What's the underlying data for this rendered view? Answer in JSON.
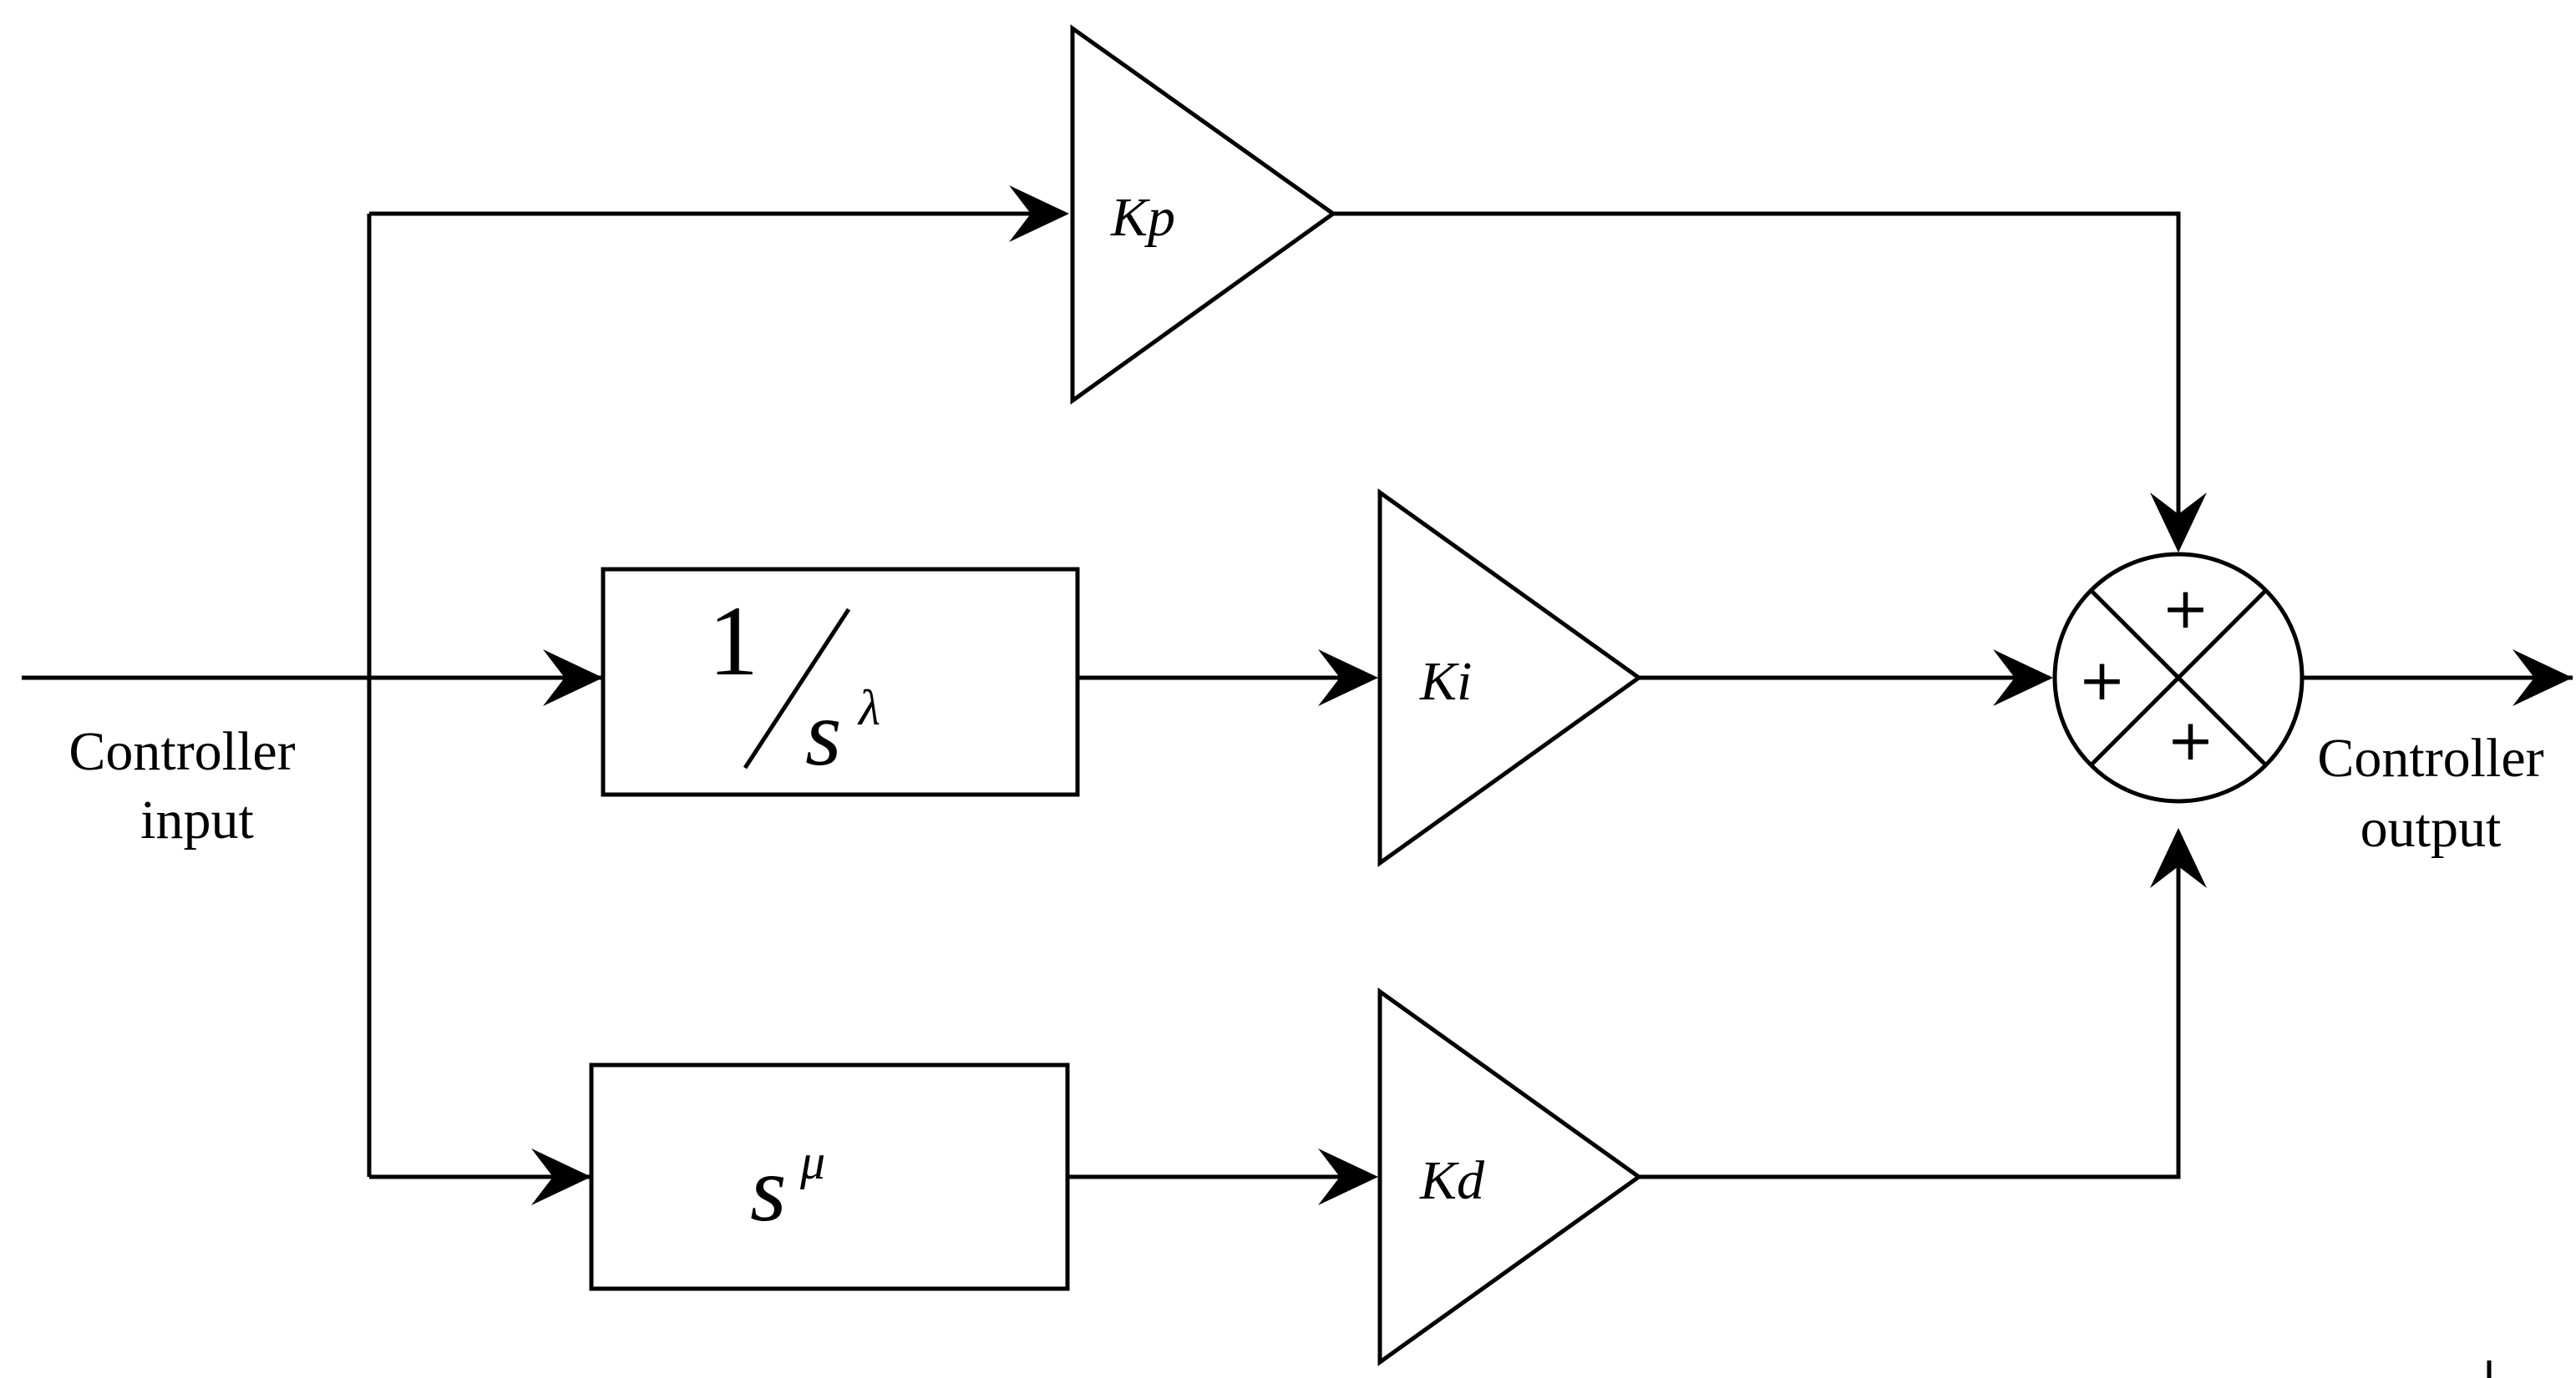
{
  "input_label": {
    "line1": "Controller",
    "line2": "input"
  },
  "output_label": {
    "line1": "Controller",
    "line2": "output"
  },
  "gains": {
    "proportional": "Kp",
    "integral": "Ki",
    "derivative": "Kd"
  },
  "integrator": {
    "numerator": "1",
    "base": "s",
    "exponent": "λ"
  },
  "differentiator": {
    "base": "s",
    "exponent": "μ"
  },
  "summing_junction": {
    "top_sign": "+",
    "left_sign": "+",
    "bottom_sign": "+"
  }
}
